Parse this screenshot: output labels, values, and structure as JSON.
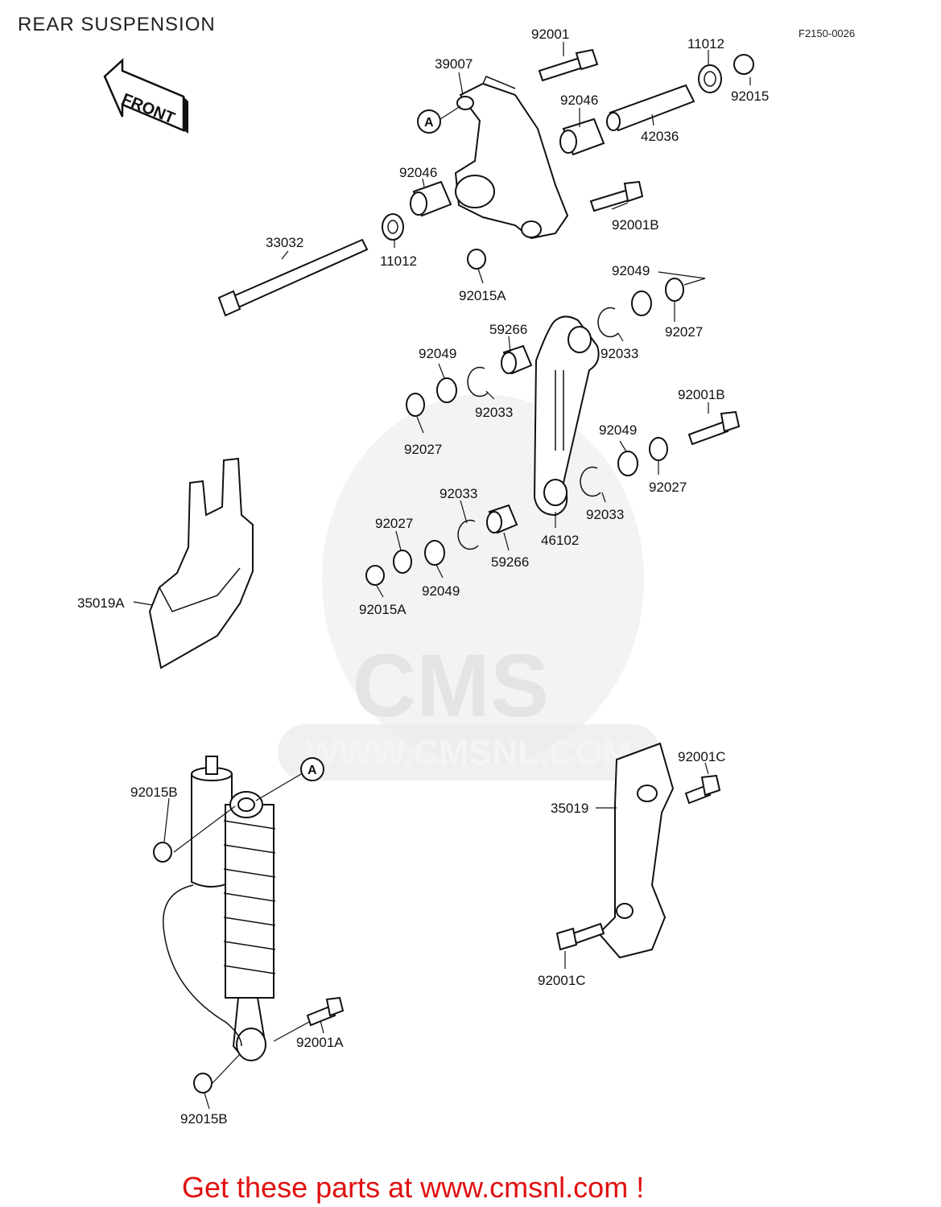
{
  "title": "REAR SUSPENSION",
  "diagram_code": "F2150-0026",
  "front_arrow_label": "FRONT",
  "ref_marker": "A",
  "watermark": {
    "brand": "CMS",
    "url": "WWW.CMSNL.COM"
  },
  "footer_link": "Get these parts at www.cmsnl.com !",
  "colors": {
    "cta": "#e01010",
    "line": "#111111",
    "watermark": "#e4e4e4"
  },
  "labels": {
    "p92001": "92001",
    "p39007": "39007",
    "p11012_top": "11012",
    "p92015": "92015",
    "p92046_top": "92046",
    "p42036": "42036",
    "p92046_mid": "92046",
    "p92001B_top": "92001B",
    "p33032": "33032",
    "p11012_mid": "11012",
    "p92015A_top": "92015A",
    "p92049_a": "92049",
    "p92027_a": "92027",
    "p59266_top": "59266",
    "p92049_b": "92049",
    "p92033_a": "92033",
    "p92033_b": "92033",
    "p92027_b": "92027",
    "p92001B_mid": "92001B",
    "p92049_c": "92049",
    "p92027_c": "92027",
    "p92033_c": "92033",
    "p92033_d": "92033",
    "p92027_d": "92027",
    "p46102": "46102",
    "p59266_bot": "59266",
    "p92049_d": "92049",
    "p92015A_bot": "92015A",
    "p35019A": "35019A",
    "p92001C_top": "92001C",
    "p35019": "35019",
    "p92015B_top": "92015B",
    "p92001A": "92001A",
    "p92001C_bot": "92001C",
    "p92015B_bot": "92015B"
  }
}
